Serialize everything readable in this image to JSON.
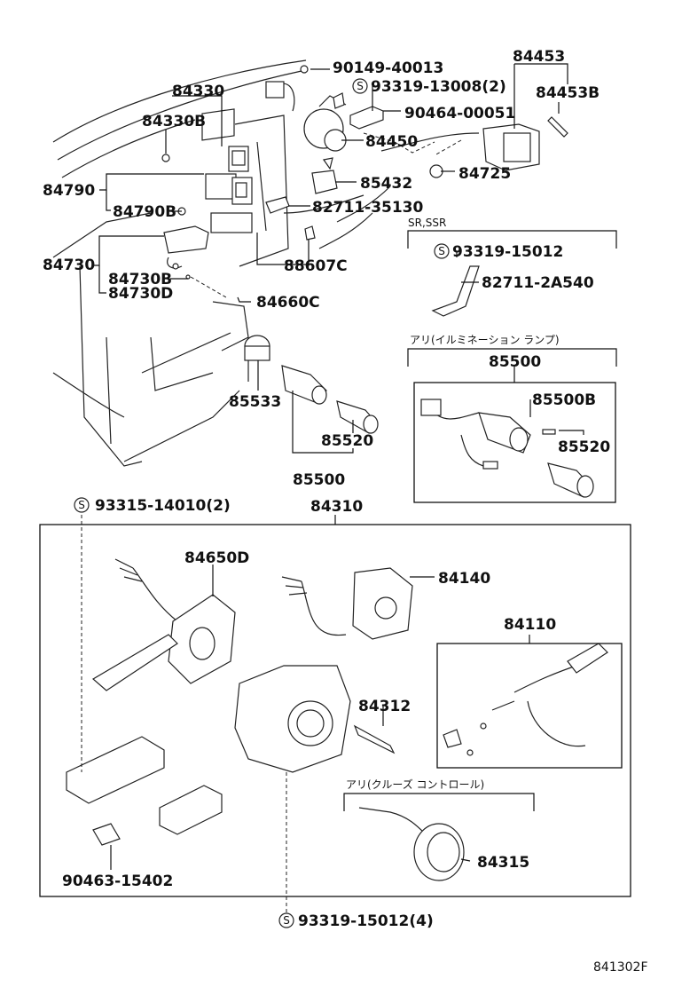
{
  "labels": {
    "p90149": "90149-40013",
    "p84330": "84330",
    "p93319_13008": "93319-13008(2)",
    "p84453": "84453",
    "p84453B": "84453B",
    "p84330B": "84330B",
    "p90464": "90464-00051",
    "p84450": "84450",
    "p84725": "84725",
    "p84790": "84790",
    "p85432": "85432",
    "p84790B": "84790B",
    "p82711_35130": "82711-35130",
    "p84730": "84730",
    "p88607C": "88607C",
    "p84730B": "84730B",
    "p84730D": "84730D",
    "p84660C": "84660C",
    "p85533": "85533",
    "p85520a": "85520",
    "p85500a": "85500",
    "p93319_15012": "93319-15012",
    "p82711_2A540": "82711-2A540",
    "p85500b": "85500",
    "p85500B": "85500B",
    "p85520b": "85520",
    "p93315": "93315-14010(2)",
    "p84310": "84310",
    "p84650D": "84650D",
    "p84140": "84140",
    "p84110": "84110",
    "p84312": "84312",
    "p84315": "84315",
    "p90463": "90463-15402",
    "p93319_15012_4": "93319-15012(4)"
  },
  "notes": {
    "sr_ssr": "SR,SSR",
    "illumination": "アリ(イルミネーション ランプ)",
    "cruise": "アリ(クルーズ コントロール)"
  },
  "symbols": {
    "s": "S"
  },
  "figure_code": "841302F"
}
